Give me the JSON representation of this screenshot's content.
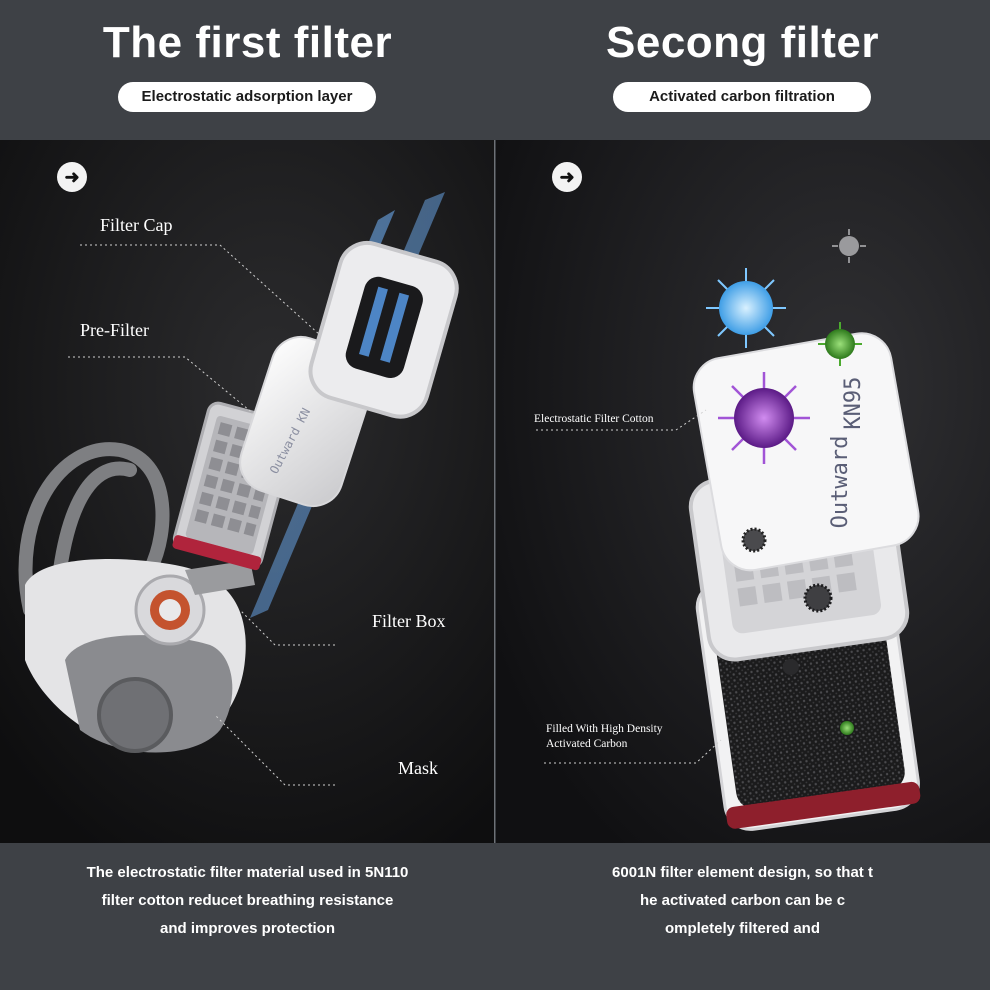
{
  "left": {
    "title": "The first filter",
    "subtitle": "Electrostatic adsorption layer",
    "labels": {
      "filter_cap": "Filter Cap",
      "pre_filter": "Pre-Filter",
      "filter_box": "Filter Box",
      "mask": "Mask"
    },
    "print_text": "Outward KN",
    "footer_lines": [
      "The electrostatic filter material used in 5N110",
      "filter cotton reducet breathing resistance",
      "and improves protection"
    ]
  },
  "right": {
    "title": "Secong filter",
    "subtitle": "Activated carbon filtration",
    "labels": {
      "electrostatic_cotton": "Electrostatic Filter Cotton",
      "carbon_line1": "Filled With High Density",
      "carbon_line2": "Activated Carbon"
    },
    "print_text_1": "Outward",
    "print_text_2": "KN95",
    "footer_lines": [
      "6001N filter element design, so that t",
      "he activated carbon can be c",
      "ompletely filtered and"
    ]
  },
  "icons": {
    "nav": "arrow-right-circle-icon",
    "particles": "virus-particle-icon"
  }
}
